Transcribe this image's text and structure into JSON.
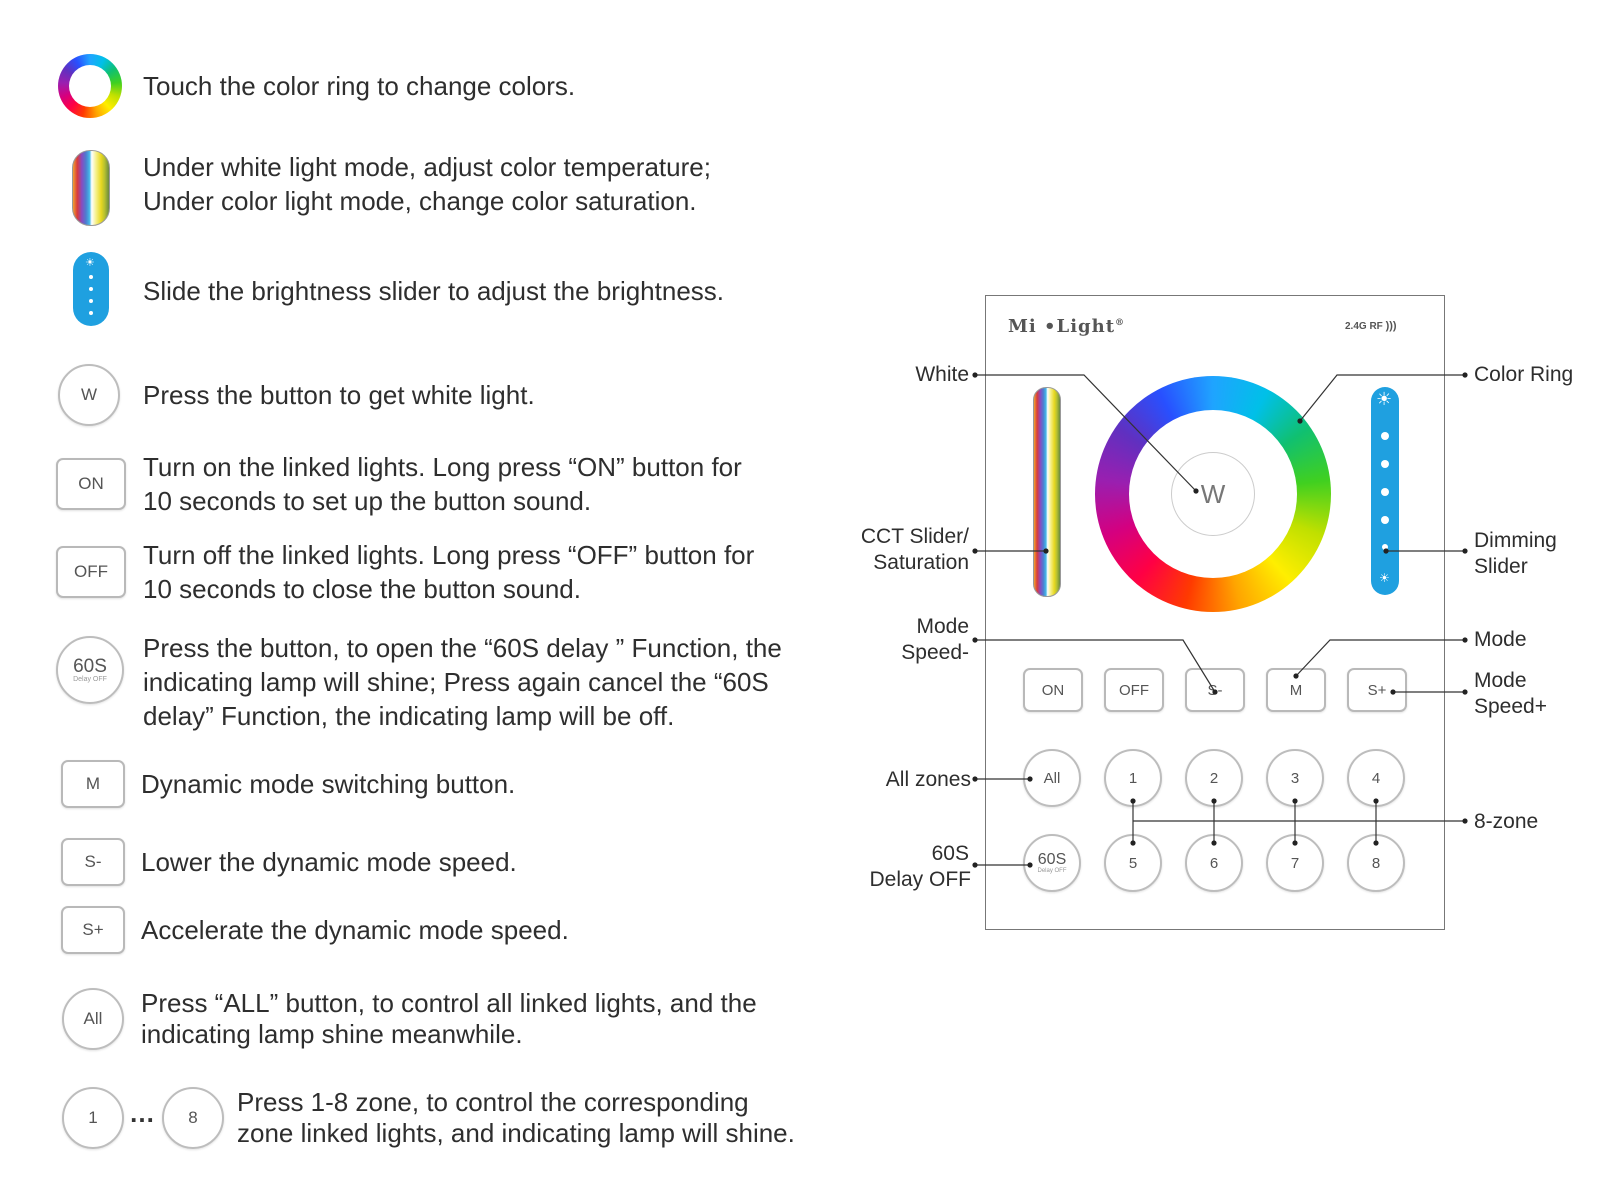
{
  "legend": {
    "color_ring": "Touch the color ring to change colors.",
    "cct_line1": "Under white light mode, adjust color temperature;",
    "cct_line2": "Under color light mode, change color saturation.",
    "brightness": "Slide the brightness slider to adjust the brightness.",
    "white_icon": "W",
    "white": "Press the button to get white light.",
    "on_icon": "ON",
    "on_line1": "Turn on the linked lights. Long press “ON” button for",
    "on_line2": "10 seconds to set up the button sound.",
    "off_icon": "OFF",
    "off_line1": "Turn off the linked lights. Long press “OFF” button for",
    "off_line2": "10 seconds to close the button sound.",
    "delay_icon": "60S",
    "delay_icon_sub": "Delay OFF",
    "delay_line1": "Press the button, to open the “60S delay ” Function, the",
    "delay_line2": "indicating lamp will shine; Press again cancel the “60S",
    "delay_line3": "delay” Function, the indicating lamp will be off.",
    "mode_icon": "M",
    "mode": "Dynamic mode switching button.",
    "sminus_icon": "S-",
    "sminus": "Lower the dynamic mode speed.",
    "splus_icon": "S+",
    "splus": "Accelerate the dynamic mode speed.",
    "all_icon": "All",
    "all_line1": "Press “ALL” button, to control all linked lights, and the",
    "all_line2": "indicating lamp shine meanwhile.",
    "zone_icon_1": "1",
    "zone_ellipsis": "…",
    "zone_icon_8": "8",
    "zone_line1": "Press 1-8 zone, to control the corresponding",
    "zone_line2": "zone linked lights, and indicating lamp will shine."
  },
  "panel": {
    "brand": "Mi •Light",
    "brand_reg": "®",
    "rf": "2.4G RF",
    "center": "W",
    "function_buttons": [
      "ON",
      "OFF",
      "S-",
      "M",
      "S+"
    ],
    "zone_row1": [
      "All",
      "1",
      "2",
      "3",
      "4"
    ],
    "zone_row2_first": "60S",
    "zone_row2_first_sub": "Delay OFF",
    "zone_row2": [
      "5",
      "6",
      "7",
      "8"
    ]
  },
  "callouts": {
    "white": "White",
    "cct_line1": "CCT Slider/",
    "cct_line2": "Saturation",
    "mode_speed_minus_line1": "Mode",
    "mode_speed_minus_line2": "Speed-",
    "all_zones": "All zones",
    "delay_line1": "60S",
    "delay_line2": "Delay OFF",
    "color_ring": "Color Ring",
    "dimming_line1": "Dimming",
    "dimming_line2": "Slider",
    "mode": "Mode",
    "mode_speed_plus_line1": "Mode",
    "mode_speed_plus_line2": "Speed+",
    "eight_zone": "8-zone"
  },
  "colors": {
    "brightness_blue": "#1fa0e0",
    "border_grey": "#b9b9b9"
  }
}
